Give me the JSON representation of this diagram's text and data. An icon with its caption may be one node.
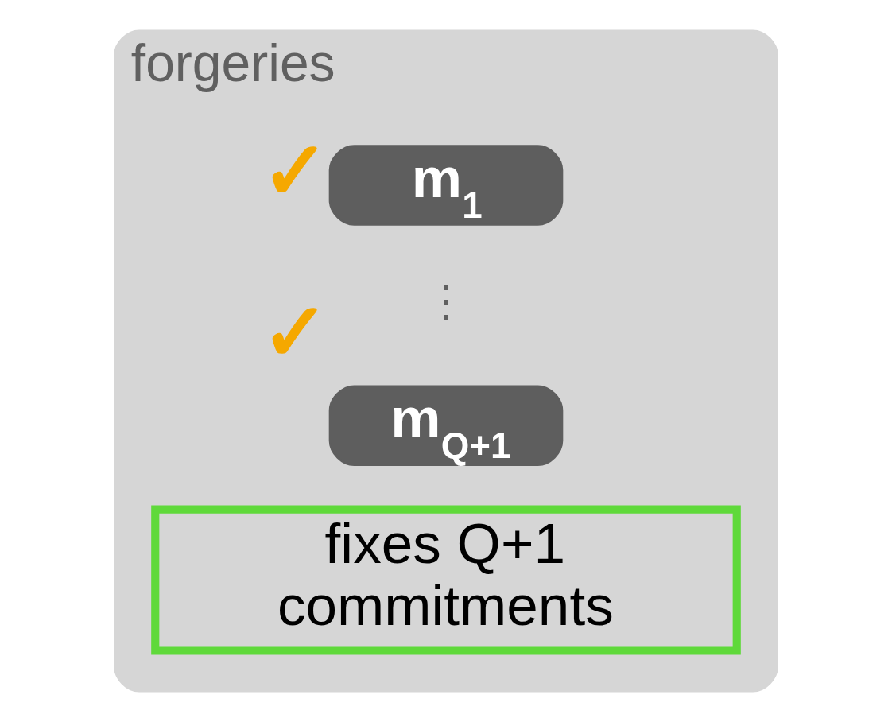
{
  "diagram": {
    "nodes": [
      {
        "text": [
          "forgeries"
        ]
      },
      {
        "text": [
          "m$_{1}$"
        ],
        "in": 0,
        "beside": [
          "✓"
        ]
      },
      {
        "text": [
          "m$_{Q+1}$"
        ],
        "in": 0,
        "beside": [
          "✓"
        ]
      },
      {
        "text": [
          "fixes Q+1 commitments"
        ],
        "in": 0
      }
    ],
    "labels": [
      "⋮"
    ]
  }
}
